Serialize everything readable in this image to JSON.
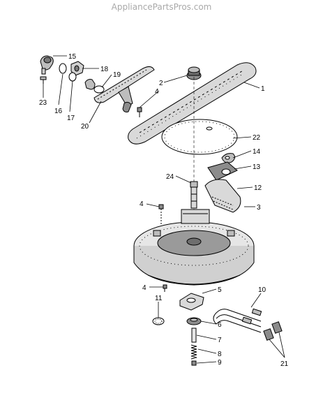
{
  "watermark": "AppliancePartsPros.com",
  "callouts": [
    {
      "id": "c15",
      "label": "15"
    },
    {
      "id": "c18",
      "label": "18"
    },
    {
      "id": "c19",
      "label": "19"
    },
    {
      "id": "c23",
      "label": "23"
    },
    {
      "id": "c16",
      "label": "16"
    },
    {
      "id": "c17",
      "label": "17"
    },
    {
      "id": "c20",
      "label": "20"
    },
    {
      "id": "c2",
      "label": "2"
    },
    {
      "id": "c4a",
      "label": "4"
    },
    {
      "id": "c1",
      "label": "1"
    },
    {
      "id": "c22",
      "label": "22"
    },
    {
      "id": "c14",
      "label": "14"
    },
    {
      "id": "c13",
      "label": "13"
    },
    {
      "id": "c24",
      "label": "24"
    },
    {
      "id": "c12",
      "label": "12"
    },
    {
      "id": "c4b",
      "label": "4"
    },
    {
      "id": "c3",
      "label": "3"
    },
    {
      "id": "c4c",
      "label": "4"
    },
    {
      "id": "c5",
      "label": "5"
    },
    {
      "id": "c10",
      "label": "10"
    },
    {
      "id": "c11",
      "label": "11"
    },
    {
      "id": "c6",
      "label": "6"
    },
    {
      "id": "c7",
      "label": "7"
    },
    {
      "id": "c8",
      "label": "8"
    },
    {
      "id": "c9",
      "label": "9"
    },
    {
      "id": "c21",
      "label": "21"
    }
  ],
  "colors": {
    "line": "#000000",
    "part_fill": "#d9d9d9",
    "part_dark": "#8c8c8c",
    "watermark": "#a9a9a9"
  }
}
